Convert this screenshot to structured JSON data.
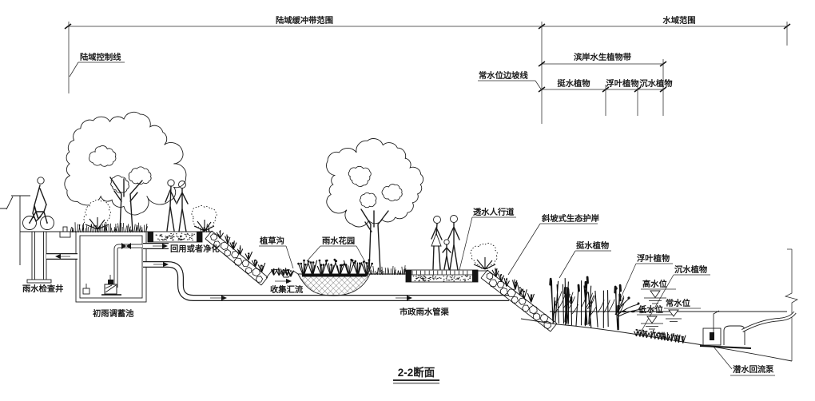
{
  "title": {
    "text": "2-2断面"
  },
  "dimensions": {
    "land_buffer_range": "陆域缓冲带范围",
    "water_range": "水域范围",
    "riparian_plant_belt": "滨岸水生植物带",
    "emergent_plants": "挺水植物",
    "floating_plants": "浮叶植物",
    "submerged_plants": "沉水植物"
  },
  "labels": {
    "land_control_line": "陆域控制线",
    "normal_water_slope_line": "常水位边坡线",
    "rain_inspection_well": "雨水检查井",
    "initial_rain_tank": "初雨调蓄池",
    "reuse_or_purify": "回用或者净化",
    "grass_swale": "植草沟",
    "rain_garden": "雨水花园",
    "collect_confluence": "收集汇流",
    "municipal_storm_pipe": "市政雨水管渠",
    "permeable_walkway": "透水人行道",
    "sloped_eco_revetment": "斜坡式生态护岸",
    "emergent_plants": "挺水植物",
    "floating_plants": "浮叶植物",
    "submerged_plants": "沉水植物",
    "high_water_level": "高水位",
    "low_water_level": "低水位",
    "normal_water_level": "常水位",
    "submersible_return_pump": "潜水回流泵"
  },
  "colors": {
    "ink": "#1c1c1c",
    "background": "#ffffff"
  }
}
